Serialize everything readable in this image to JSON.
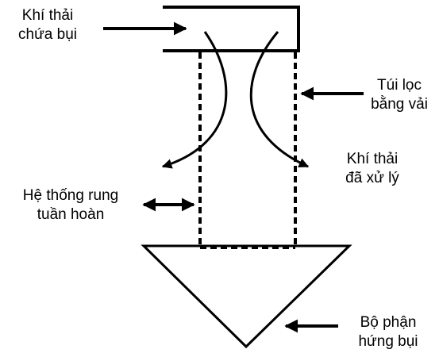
{
  "diagram": {
    "labels": {
      "inlet": {
        "line1": "Khí thải",
        "line2": "chứa bụi"
      },
      "filter_bag": {
        "line1": "Túi lọc",
        "line2": "bằng vải"
      },
      "clean_outlet": {
        "line1": "Khí thải",
        "line2": "đã xử lý"
      },
      "shaker": {
        "line1": "Hệ thống rung",
        "line2": "tuần hoàn"
      },
      "hopper": {
        "line1": "Bộ phận",
        "line2": "hứng bụi"
      }
    },
    "colors": {
      "stroke": "#000000",
      "background": "#ffffff"
    }
  }
}
